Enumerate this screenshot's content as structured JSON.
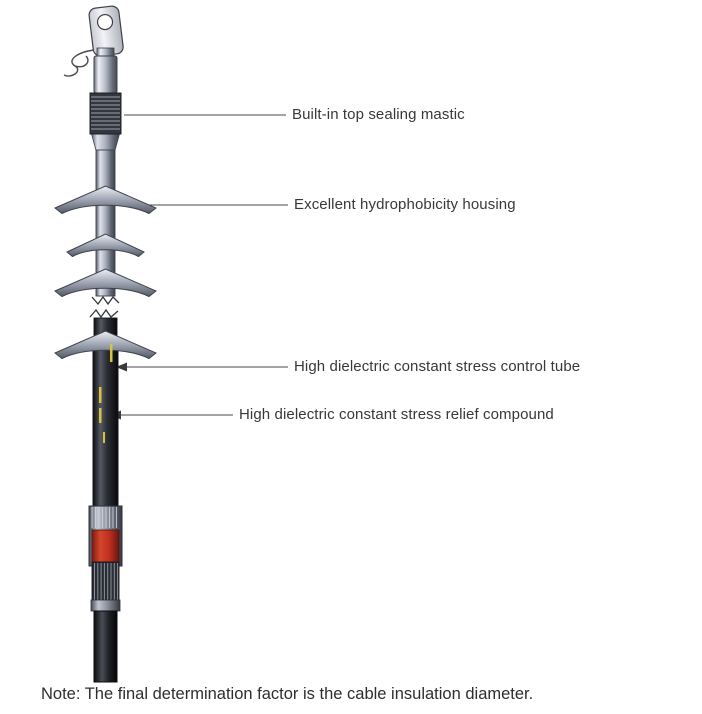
{
  "page": {
    "background": "#ffffff"
  },
  "diagram": {
    "labels": [
      {
        "id": "top-sealing-mastic",
        "text": "Built-in top sealing mastic"
      },
      {
        "id": "hydrophobicity-housing",
        "text": "Excellent hydrophobicity housing"
      },
      {
        "id": "stress-control-tube",
        "text": "High dielectric constant stress control tube"
      },
      {
        "id": "stress-relief-compound",
        "text": "High dielectric constant stress relief compound"
      }
    ],
    "note": "Note: The final determination factor is the cable insulation diameter.",
    "colors": {
      "label_text": "#38383b",
      "leader_line": "#4a4a4c",
      "yellow_mark": "#d8c33c",
      "red_band": "#c23424",
      "dark_tube": "#1d1f24",
      "housing_grey": "#a9afbe"
    }
  }
}
